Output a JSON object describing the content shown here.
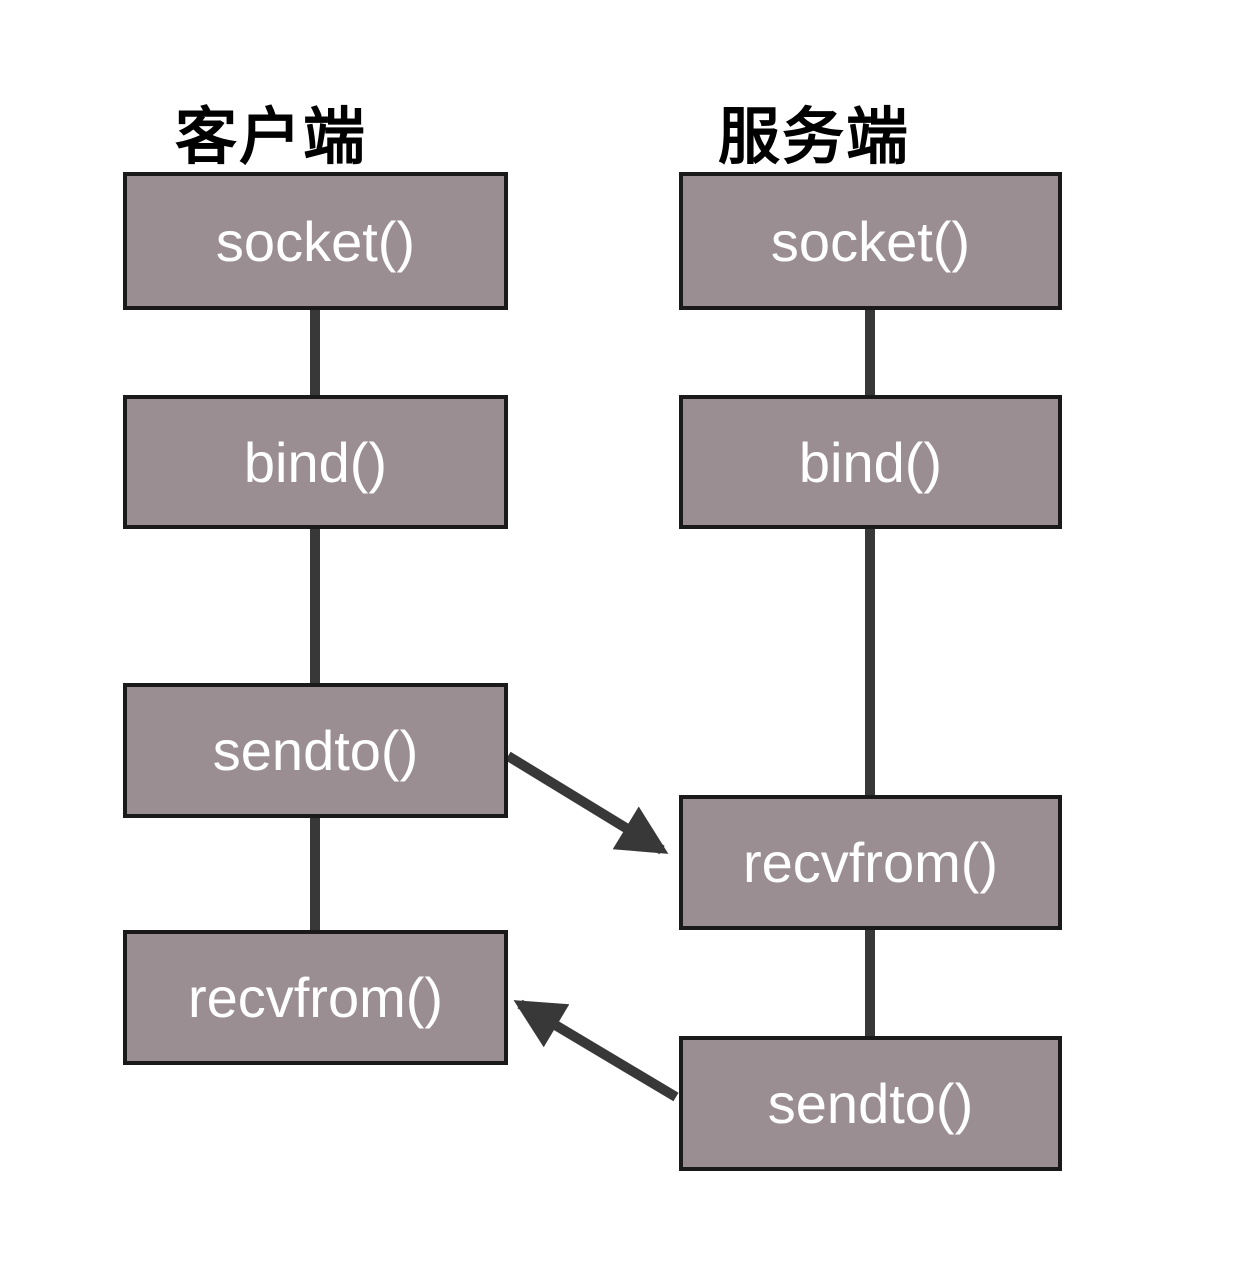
{
  "diagram": {
    "type": "flow-diagram",
    "subject": "UDP socket communication flow",
    "columns": [
      {
        "id": "client",
        "title": "客户端",
        "boxes": [
          {
            "label": "socket()"
          },
          {
            "label": "bind()"
          },
          {
            "label": "sendto()"
          },
          {
            "label": "recvfrom()"
          }
        ]
      },
      {
        "id": "server",
        "title": "服务端",
        "boxes": [
          {
            "label": "socket()"
          },
          {
            "label": "bind()"
          },
          {
            "label": "recvfrom()"
          },
          {
            "label": "sendto()"
          }
        ]
      }
    ],
    "arrows": [
      {
        "from": "client sendto()",
        "to": "server recvfrom()"
      },
      {
        "from": "server sendto()",
        "to": "client recvfrom()"
      }
    ],
    "colors": {
      "box_fill": "#9A8E92",
      "box_border": "#1A1A1A",
      "connector": "#383838",
      "box_text": "#FFFFFF",
      "title_text": "#000000",
      "background": "#FFFFFF"
    }
  }
}
